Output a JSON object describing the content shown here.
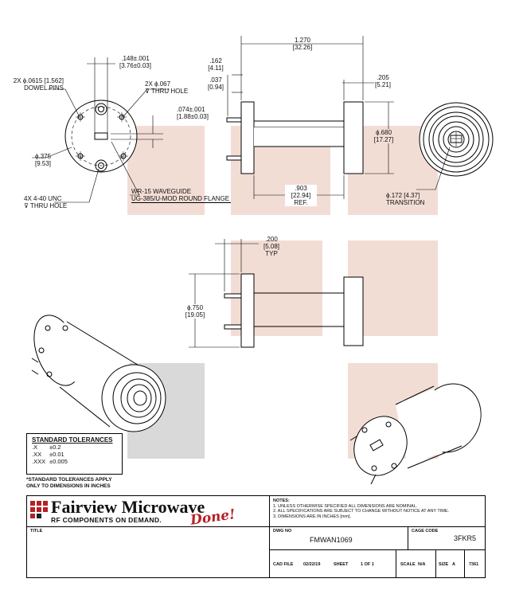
{
  "front_view": {
    "dowel_note": [
      "2X ϕ.0615 [1.562]",
      "DOWEL PINS"
    ],
    "thru_hole_note": [
      "2X ϕ.067",
      "⊽ THRU HOLE"
    ],
    "width_dim": [
      ".148±.001",
      "[3.76±0.03]"
    ],
    "height_dim": [
      ".074±.001",
      "[1.88±0.03]"
    ],
    "bolt_circle": [
      "ϕ.375",
      "[9.53]"
    ],
    "tap_note": [
      "4X 4-40 UNC",
      "⊽ THRU HOLE"
    ],
    "waveguide_note": [
      "WR-15 WAVEGUIDE",
      "UG-385/U-MOD ROUND FLANGE"
    ]
  },
  "side_view": {
    "overall_len": [
      "1.270",
      "[32.26]"
    ],
    "flange_thk": [
      ".162",
      "[4.11]"
    ],
    "pin_len": [
      ".037",
      "[0.94]"
    ],
    "transition_thk": [
      ".205",
      "[5.21]"
    ],
    "transition_dia": [
      "ϕ.680",
      "[17.27]"
    ],
    "body_len": [
      ".903",
      "[22.94]",
      "REF."
    ]
  },
  "end_view": {
    "transition_note": [
      "ϕ.172 [4.37]",
      "TRANSITION"
    ]
  },
  "top_view": {
    "pin_dim": [
      ".200",
      "[5.08]",
      "TYP"
    ],
    "flange_dia": [
      "ϕ.750",
      "[19.05]"
    ]
  },
  "tolerances": {
    "title": "STANDARD TOLERANCES",
    "rows": [
      {
        "k": ".X",
        "v": "±0.2"
      },
      {
        "k": ".XX",
        "v": "±0.01"
      },
      {
        "k": ".XXX",
        "v": "±0.005"
      }
    ],
    "footnote": [
      "*STANDARD TOLERANCES APPLY",
      "ONLY TO DIMENSIONS IN INCHES"
    ]
  },
  "title_block": {
    "company": "Fairview Microwave",
    "tagline": "RF COMPONENTS ON DEMAND.",
    "done_word": "Done!",
    "notes_head": "NOTES:",
    "notes": [
      "1. UNLESS OTHERWISE SPECIFIED ALL DIMENSIONS ARE NOMINAL.",
      "2. ALL SPECIFICATIONS ARE SUBJECT TO CHANGE WITHOUT NOTICE AT ANY TIME.",
      "3. DIMENSIONS ARE IN INCHES [mm]."
    ],
    "title_label": "TITLE",
    "dwg_label": "DWG NO",
    "dwg_no": "FMWAN1069",
    "cage_label": "CAGE CODE",
    "cage_code": "3FKR5",
    "cad_label": "CAD FILE",
    "cad_date": "02/22/19",
    "sheet_label": "SHEET",
    "sheet_value": "1 OF 1",
    "scale_label": "SCALE",
    "scale_value": "N/A",
    "size_label": "SIZE",
    "size_value": "A",
    "doc_no": "7361"
  },
  "colors": {
    "shade": "#f2ddd5",
    "shade_gray": "#d9d9d9",
    "brand_red": "#b52025"
  }
}
